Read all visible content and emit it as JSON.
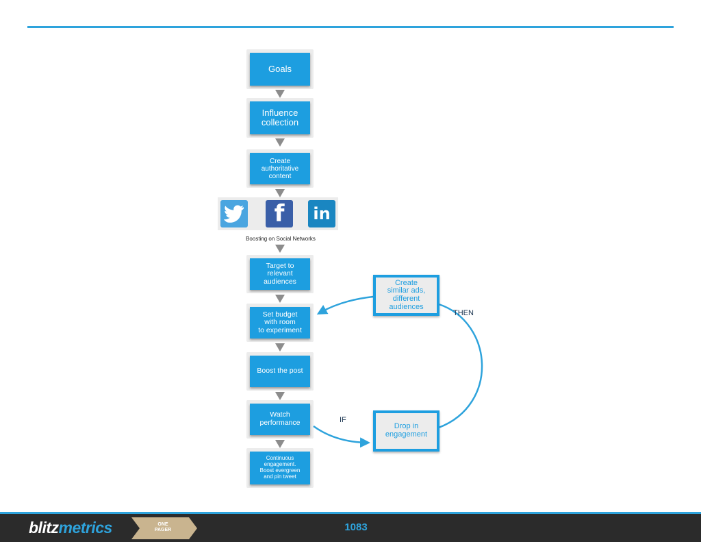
{
  "flow": {
    "steps": [
      {
        "id": "goals",
        "label": "Goals"
      },
      {
        "id": "influence",
        "label": "Influence\ncollection"
      },
      {
        "id": "create",
        "label": "Create\nauthoritative\ncontent"
      },
      {
        "id": "target",
        "label": "Target to\nrelevant\naudiences"
      },
      {
        "id": "budget",
        "label": "Set budget\nwith room\nto experiment"
      },
      {
        "id": "boost",
        "label": "Boost the post"
      },
      {
        "id": "watch",
        "label": "Watch\nperformance"
      },
      {
        "id": "continuous",
        "label": "Continuous\nengagement.\nBoost evergreen\nand pin tweet"
      }
    ]
  },
  "social": {
    "caption": "Boosting on Social Networks",
    "icons": [
      {
        "name": "twitter-icon",
        "glyph": ""
      },
      {
        "name": "facebook-icon",
        "glyph": "f"
      },
      {
        "name": "linkedin-icon",
        "glyph": "in"
      }
    ]
  },
  "loop": {
    "create_similar": "Create\nsimilar ads,\ndifferent\naudiences",
    "drop": "Drop in\nengagement",
    "if_label": "IF",
    "then_label": "THEN"
  },
  "footer": {
    "brand_a": "blitz",
    "brand_b": "metrics",
    "pager": "ONE\nPAGER",
    "page_number": "1083"
  },
  "colors": {
    "accent": "#1d9ee0",
    "footer_bg": "#2b2b2b",
    "pager_tan": "#c9b48f"
  }
}
